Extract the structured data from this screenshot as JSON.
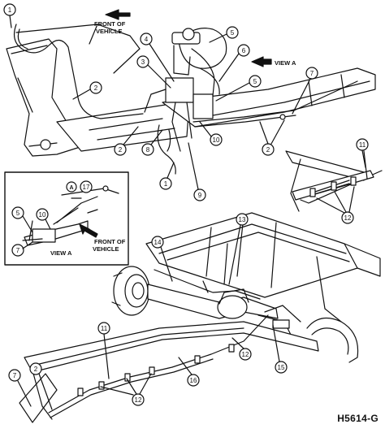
{
  "figure_code": "H5614-G",
  "labels": {
    "front_of_vehicle_top": [
      "FRONT OF",
      "VEHICLE"
    ],
    "view_a_top": "VIEW A",
    "front_of_vehicle_inset": [
      "FRONT OF",
      "VEHICLE"
    ],
    "view_a_inset": "VIEW A",
    "inset_letter": "A"
  },
  "callouts": [
    "1",
    "2",
    "3",
    "4",
    "5",
    "6",
    "7",
    "8",
    "9",
    "10",
    "11",
    "12",
    "13",
    "14",
    "15",
    "16",
    "17"
  ],
  "colors": {
    "ink": "#111111",
    "paper": "#ffffff"
  }
}
